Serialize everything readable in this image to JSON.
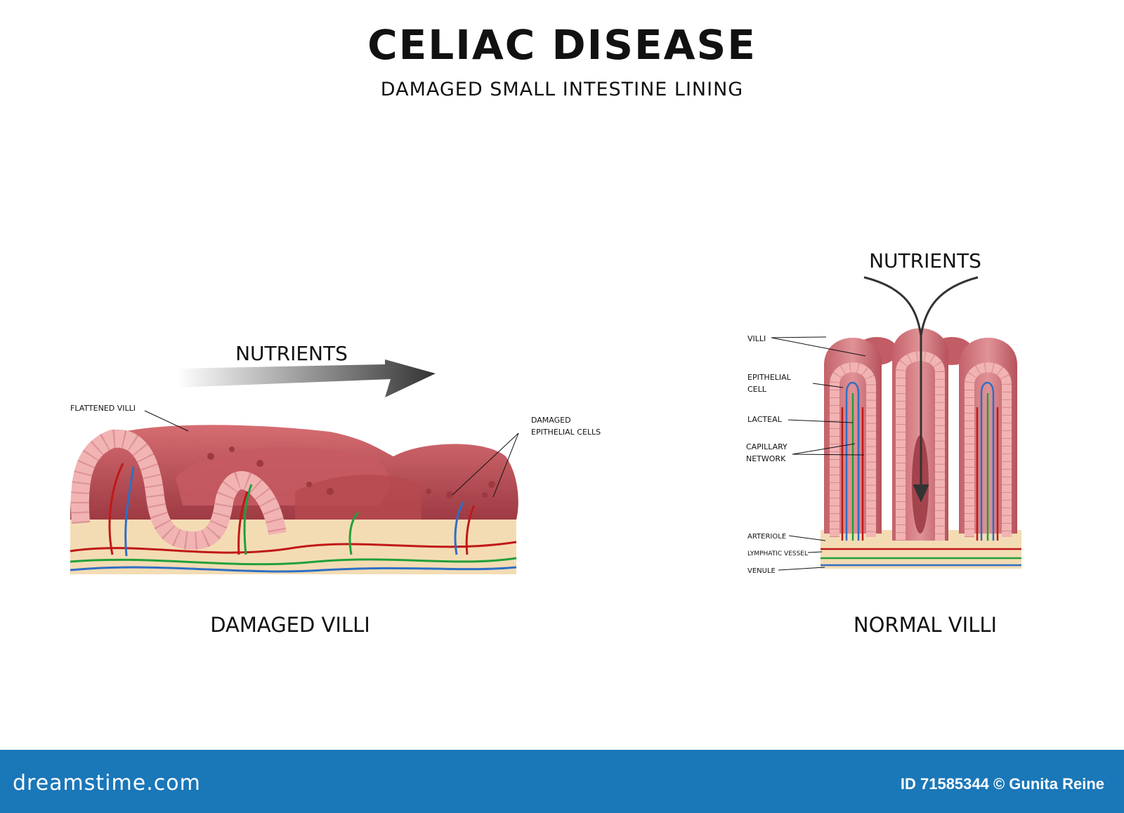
{
  "header": {
    "title": "CELIAC DISEASE",
    "subtitle": "DAMAGED SMALL INTESTINE LINING"
  },
  "damaged": {
    "nutrients_label": "NUTRIENTS",
    "caption": "DAMAGED VILLI",
    "labels": {
      "flattened_villi": "FLATTENED VILLI",
      "damaged_cells_line1": "DAMAGED",
      "damaged_cells_line2": "EPITHELIAL CELLS"
    }
  },
  "normal": {
    "nutrients_label": "NUTRIENTS",
    "caption": "NORMAL VILLI",
    "labels": {
      "villi": "VILLI",
      "epithelial_line1": "EPITHELIAL",
      "epithelial_line2": "CELL",
      "lacteal": "LACTEAL",
      "capillary_line1": "CAPILLARY",
      "capillary_line2": "NETWORK",
      "arteriole": "ARTERIOLE",
      "lymphatic": "LYMPHATIC VESSEL",
      "venule": "VENULE"
    }
  },
  "footer": {
    "brand": "dreamstime.com",
    "credit": "ID 71585344 © Gunita Reine"
  },
  "colors": {
    "tissue": "#b84a52",
    "cell": "#f2b3b3",
    "base": "#f3dcb4",
    "artery": "#c01818",
    "lymph": "#21a03a",
    "vein": "#2f6fc4",
    "footer_bg": "#1a77b8"
  },
  "icons": [
    "nutrients-arrow-icon",
    "nutrients-down-arrow-icon",
    "dreamstime-logo-icon"
  ]
}
